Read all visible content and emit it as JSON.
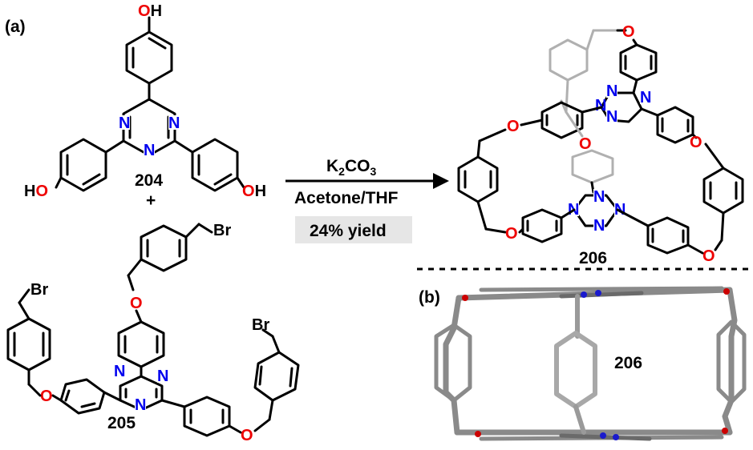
{
  "panel_labels": {
    "a": "(a)",
    "b": "(b)"
  },
  "compounds": {
    "c204": "204",
    "c205": "205",
    "c206": "206",
    "plus": "+",
    "c206_crystal": "206"
  },
  "reaction": {
    "reagent_main": "K",
    "reagent_sub2": "2",
    "reagent_co": "CO",
    "reagent_sub3": "3",
    "solvent": "Acetone/THF",
    "yield": "24% yield"
  },
  "atoms": {
    "oh_top": "OH",
    "ho_left": "HO",
    "oh_right": "OH",
    "n": "N",
    "o": "O",
    "br": "Br"
  },
  "colors": {
    "nitrogen": "#0000ee",
    "oxygen": "#ee0000",
    "bond": "#000000",
    "faded": "#b0b0b0",
    "yield_bg": "#e6e6e6",
    "crystal": "#8a8a8a"
  }
}
